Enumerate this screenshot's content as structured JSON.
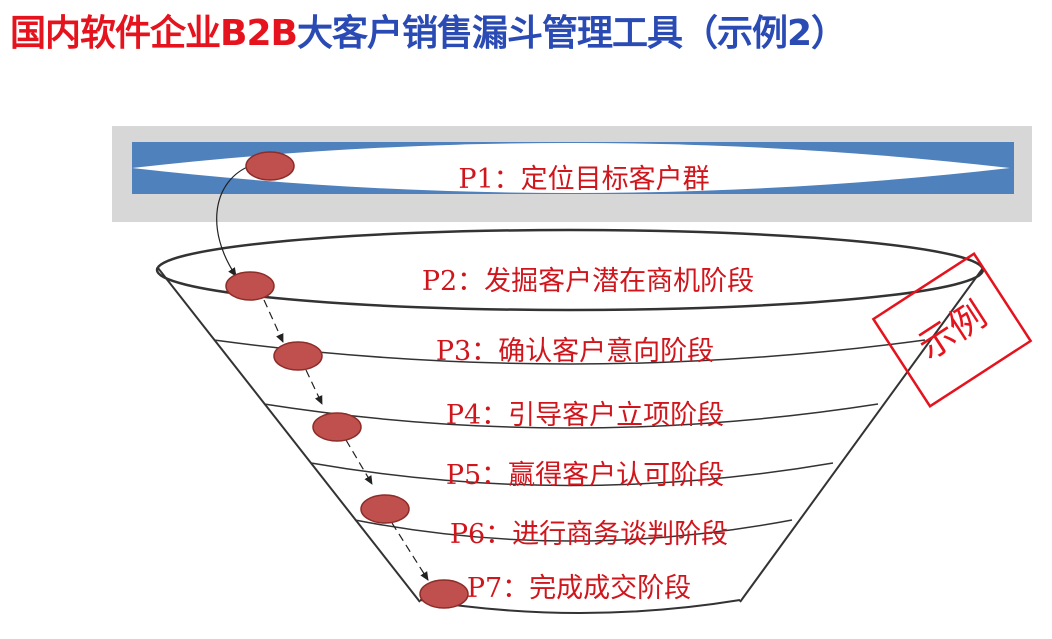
{
  "title": {
    "part1": "国内软件企业B2B",
    "part2": "大客户销售漏斗管理工具（示例2）"
  },
  "stages": [
    {
      "label": "P1：定位目标客户群"
    },
    {
      "label": "P2：发掘客户潜在商机阶段"
    },
    {
      "label": "P3：确认客户意向阶段"
    },
    {
      "label": "P4：引导客户立项阶段"
    },
    {
      "label": "P5：赢得客户认可阶段"
    },
    {
      "label": "P6：进行商务谈判阶段"
    },
    {
      "label": "P7：完成成交阶段"
    }
  ],
  "stamp": {
    "text": "示例"
  },
  "colors": {
    "title_red": "#e5131d",
    "title_blue": "#2a4ab4",
    "stage_text": "#d0161d",
    "marker_fill": "#c0504d",
    "marker_stroke": "#8c2d2a",
    "band_blue": "#4f81bd",
    "band_frame": "#d7d7d7",
    "stamp_red": "#e5131d"
  }
}
